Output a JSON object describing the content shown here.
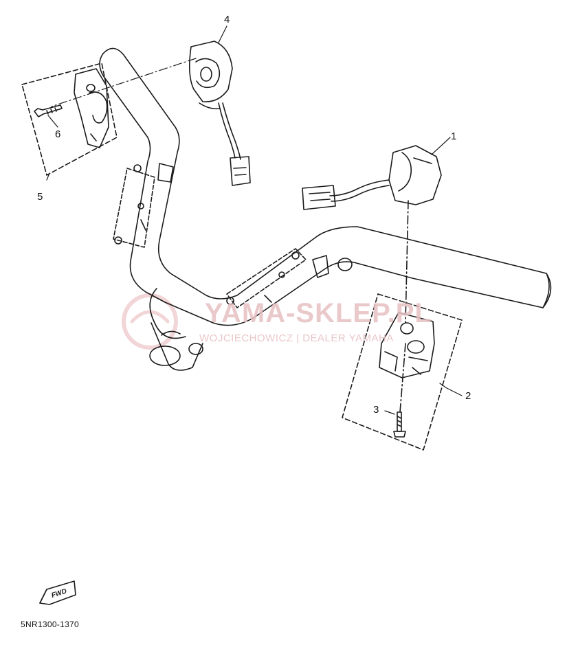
{
  "callouts": {
    "c1": "1",
    "c2": "2",
    "c3": "3",
    "c4": "4",
    "c5": "5",
    "c6": "6"
  },
  "fwd_mark": "FWD",
  "diagram_code": "5NR1300-1370",
  "watermark": {
    "main": "YAMA-SKLEP.PL",
    "sub": "WOJCIECHOWICZ | DEALER YAMAHA",
    "color": "#e7c0c3"
  },
  "colors": {
    "line": "#1a1a1a",
    "background": "#ffffff"
  }
}
